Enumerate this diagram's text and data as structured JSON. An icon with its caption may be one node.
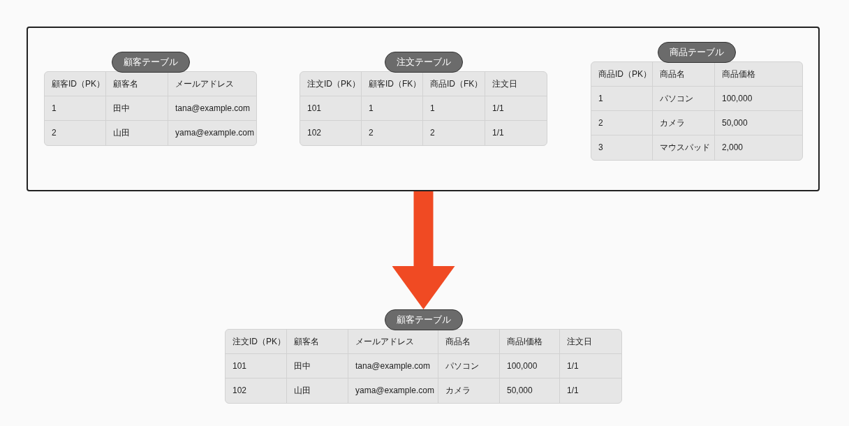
{
  "diagram": {
    "nodes": [
      {
        "text": [],
        "shape": "box"
      },
      {
        "text": [
          "顧客テーブル",
          "顧客ID（PK）",
          "顧客名",
          "メールアドレス",
          "1",
          "田中",
          "tana@example.com",
          "2",
          "山田",
          "yama@example.com"
        ],
        "in": 0
      },
      {
        "text": [
          "注文テーブル",
          "注文ID（PK）",
          "顧客ID（FK）",
          "商品ID（FK）",
          "注文日",
          "101",
          "1",
          "1",
          "1/1",
          "102",
          "2",
          "2",
          "1/1"
        ],
        "in": 0
      },
      {
        "text": [
          "商品テーブル",
          "商品ID（PK）",
          "商品名",
          "商品価格",
          "1",
          "パソコン",
          "100,000",
          "2",
          "カメラ",
          "50,000",
          "3",
          "マウスパッド",
          "2,000"
        ],
        "in": 0
      },
      {
        "text": [
          "顧客テーブル",
          "注文ID（PK）",
          "顧客名",
          "メールアドレス",
          "商品名",
          "商品l価格",
          "注文日",
          "101",
          "田中",
          "tana@example.com",
          "パソコン",
          "100,000",
          "1/1",
          "102",
          "山田",
          "yama@example.com",
          "カメラ",
          "50,000",
          "1/1"
        ]
      }
    ],
    "edges": [
      {
        "from": 0,
        "to": 4,
        "arrow": "to",
        "color": "#f04a23"
      }
    ]
  }
}
